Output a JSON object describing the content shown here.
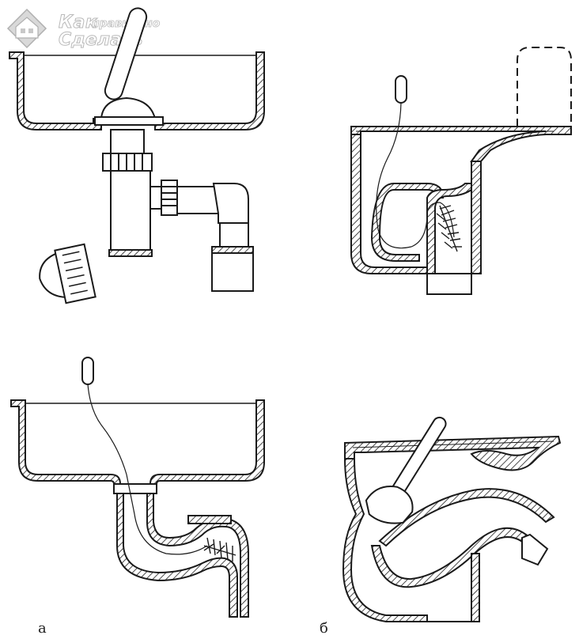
{
  "watermark": {
    "word_1": "Как",
    "word_2": "правильно",
    "word_3": "Сделать"
  },
  "captions": {
    "left": "а",
    "right": "б"
  },
  "colors": {
    "line": "#1a1a1a",
    "fill": "#ffffff",
    "watermark_gray": "#b9b9b9"
  }
}
